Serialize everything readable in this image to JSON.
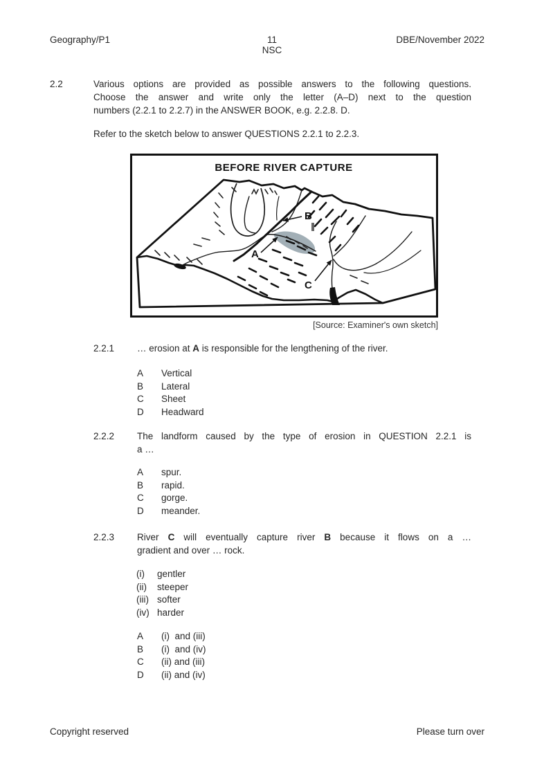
{
  "header": {
    "left": "Geography/P1",
    "page_number": "11",
    "exam_level": "NSC",
    "right": "DBE/November 2022"
  },
  "footer": {
    "left": "Copyright reserved",
    "right": "Please turn over"
  },
  "q22": {
    "number": "2.2",
    "intro_line1": "Various options are provided as possible answers to the following questions.",
    "intro_line2": "Choose the answer and write only the letter (A–D) next to the question",
    "intro_line3": "numbers (2.2.1 to 2.2.7) in the ANSWER BOOK, e.g. 2.2.8. D.",
    "refer": "Refer to the sketch below to answer QUESTIONS 2.2.1 to 2.2.3.",
    "figure": {
      "title": "BEFORE RIVER CAPTURE",
      "source": "[Source: Examiner's own sketch]",
      "label_a": "A",
      "label_b": "B",
      "label_c": "C"
    },
    "q221": {
      "number": "2.2.1",
      "pre": "… erosion at ",
      "bold": "A",
      "post": " is responsible for the lengthening of the river.",
      "options": [
        {
          "letter": "A",
          "text": "Vertical"
        },
        {
          "letter": "B",
          "text": "Lateral"
        },
        {
          "letter": "C",
          "text": "Sheet"
        },
        {
          "letter": "D",
          "text": "Headward"
        }
      ]
    },
    "q222": {
      "number": "2.2.2",
      "line1": "The landform caused by the type of erosion in QUESTION 2.2.1 is",
      "line2": "a …",
      "options": [
        {
          "letter": "A",
          "text": "spur."
        },
        {
          "letter": "B",
          "text": "rapid."
        },
        {
          "letter": "C",
          "text": "gorge."
        },
        {
          "letter": "D",
          "text": "meander."
        }
      ]
    },
    "q223": {
      "number": "2.2.3",
      "part1": "River ",
      "bold1": "C",
      "part2": " will eventually capture river ",
      "bold2": "B",
      "part3": " because it flows on a …",
      "line2": "gradient and over … rock.",
      "roman_options": [
        {
          "label": "(i)",
          "text": "gentler"
        },
        {
          "label": "(ii)",
          "text": "steeper"
        },
        {
          "label": "(iii)",
          "text": "softer"
        },
        {
          "label": "(iv)",
          "text": "harder"
        }
      ],
      "options": [
        {
          "letter": "A",
          "text": "(i)  and (iii)"
        },
        {
          "letter": "B",
          "text": "(i)  and (iv)"
        },
        {
          "letter": "C",
          "text": "(ii) and (iii)"
        },
        {
          "letter": "D",
          "text": "(ii) and (iv)"
        }
      ]
    }
  }
}
